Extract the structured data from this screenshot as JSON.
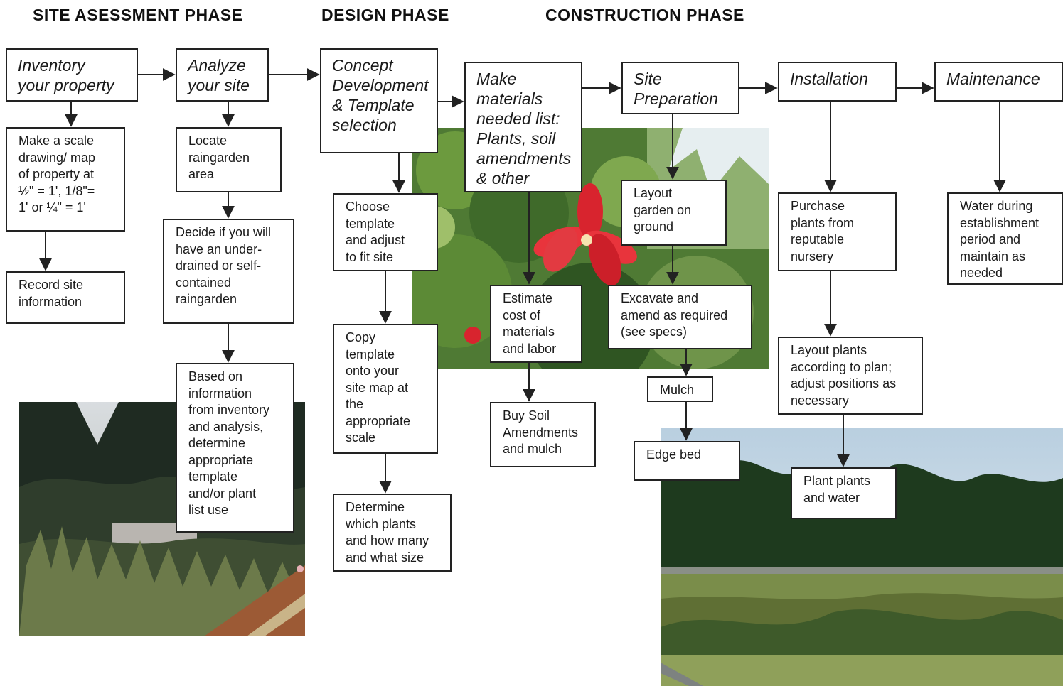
{
  "phases": {
    "site_assessment": "SITE ASESSMENT PHASE",
    "design": "DESIGN PHASE",
    "construction": "CONSTRUCTION PHASE"
  },
  "steps": {
    "inventory": "Inventory\nyour property",
    "analyze": "Analyze\nyour site",
    "concept": "Concept\nDevelopment\n& Template\nselection",
    "materials_list": "Make\nmaterials\nneeded list:\nPlants, soil\namendments\n& other",
    "site_prep": "Site\nPreparation",
    "installation": "Installation",
    "maintenance": "Maintenance",
    "scale_drawing": "Make a scale\ndrawing/ map\nof property at\n½\" = 1', 1/8\"=\n1' or ¼\" = 1'",
    "record_site": "Record site\ninformation",
    "locate": "Locate\nraingarden\narea",
    "decide": "Decide if you will\nhave an under-\ndrained or self-\ncontained\nraingarden",
    "based_on": "Based on\ninformation\nfrom inventory\nand analysis,\ndetermine\nappropriate\ntemplate\nand/or plant\nlist use",
    "choose_template": "Choose\ntemplate\nand adjust\nto fit site",
    "copy_template": "Copy\ntemplate\nonto your\nsite map at\nthe\nappropriate\nscale",
    "determine_plants": "Determine\nwhich plants\nand how many\nand what size",
    "estimate_cost": "Estimate\ncost of\nmaterials\nand labor",
    "buy_soil": "Buy Soil\nAmendments\nand mulch",
    "layout_garden": "Layout\ngarden on\nground",
    "excavate": "Excavate and\namend as required\n(see specs)",
    "mulch": "Mulch",
    "edge_bed": "Edge bed",
    "purchase_plants": "Purchase\nplants from\nreputable\nnursery",
    "layout_plants": "Layout plants\naccording to plan;\nadjust positions as\nnecessary",
    "plant_water": "Plant plants\nand water",
    "water_maintain": "Water during\nestablishment\nperiod and\nmaintain as\nneeded"
  }
}
